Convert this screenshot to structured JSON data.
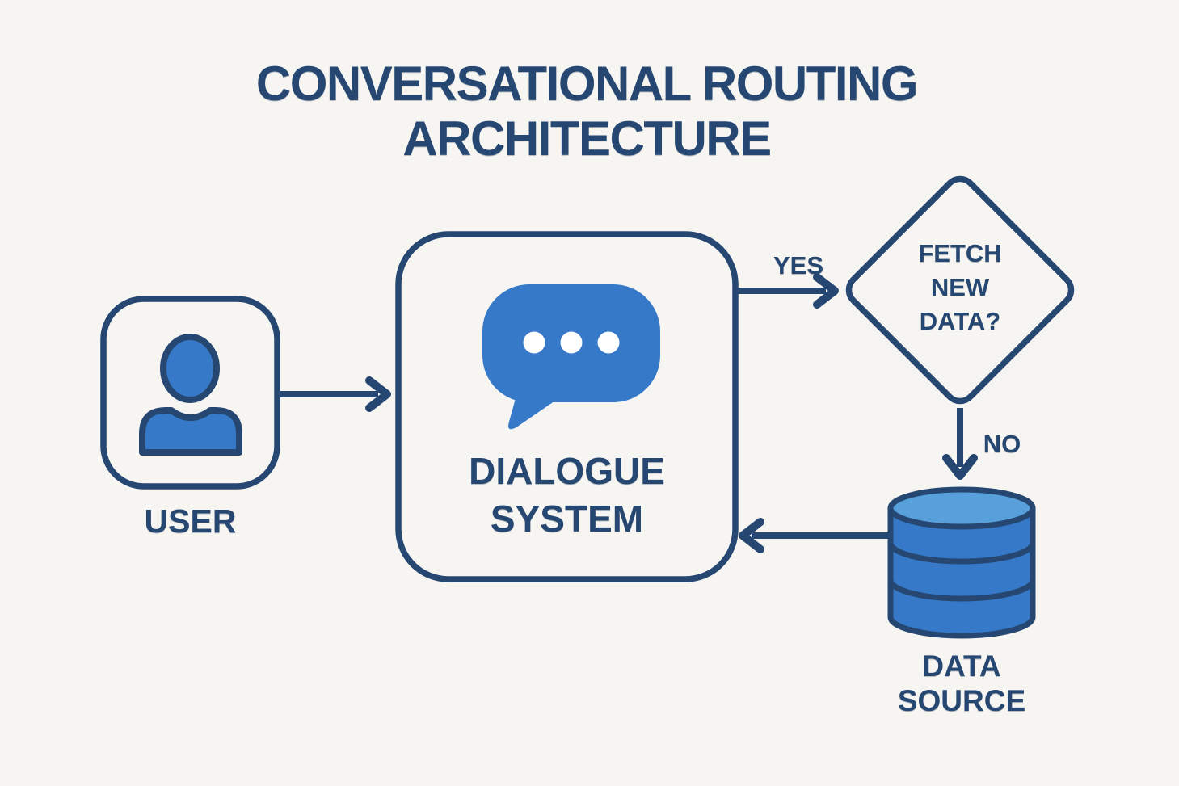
{
  "title": {
    "lines": [
      "CONVERSATIONAL ROUTING",
      "ARCHITECTURE"
    ]
  },
  "nodes": {
    "user": {
      "label": "USER",
      "icon": "person-icon",
      "shape": "rounded-square"
    },
    "dialogue_system": {
      "lines": [
        "DIALOGUE",
        "SYSTEM"
      ],
      "icon": "chat-bubble-icon",
      "shape": "rounded-square"
    },
    "fetch_decision": {
      "lines": [
        "FETCH",
        "NEW",
        "DATA?"
      ],
      "shape": "diamond"
    },
    "data_source": {
      "lines": [
        "DATA",
        "SOURCE"
      ],
      "icon": "database-icon",
      "shape": "cylinder"
    }
  },
  "edge_labels": {
    "yes": "YES",
    "no": "NO"
  },
  "edges": [
    {
      "from": "user",
      "to": "dialogue_system",
      "label": null
    },
    {
      "from": "dialogue_system",
      "to": "fetch_decision",
      "label": "YES"
    },
    {
      "from": "fetch_decision",
      "to": "data_source",
      "label": "NO"
    },
    {
      "from": "data_source",
      "to": "dialogue_system",
      "label": null
    }
  ],
  "colors": {
    "background": "#f7f5f1",
    "navy": "#254772",
    "blue": "#3579c8",
    "blue_light": "#58a0dc",
    "dot_white": "#ffffff"
  }
}
